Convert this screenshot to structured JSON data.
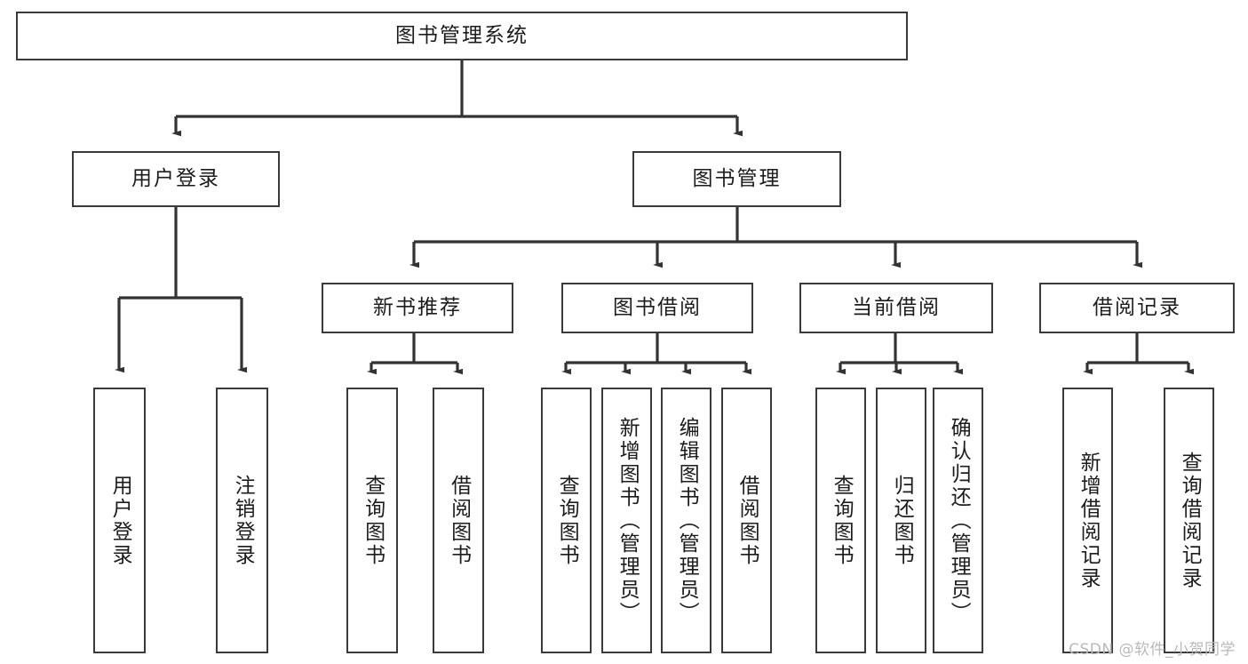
{
  "diagram": {
    "title": "图书管理系统",
    "watermark": "CSDN @软件_小贺同学",
    "colors": {
      "border": "#3a3a3a",
      "connector": "#333333",
      "background": "#ffffff",
      "text": "#1c1c1c",
      "watermark": "#b9b9b9"
    },
    "levels": {
      "root": {
        "label": "图书管理系统"
      },
      "level2": [
        {
          "label": "用户登录"
        },
        {
          "label": "图书管理"
        }
      ],
      "level3": [
        {
          "label": "新书推荐"
        },
        {
          "label": "图书借阅"
        },
        {
          "label": "当前借阅"
        },
        {
          "label": "借阅记录"
        }
      ],
      "leaves": {
        "user_login": [
          {
            "label": "用户登录"
          },
          {
            "label": "注销登录"
          }
        ],
        "new_book_recommend": [
          {
            "label": "查询图书"
          },
          {
            "label": "借阅图书"
          }
        ],
        "book_borrow": [
          {
            "label": "查询图书"
          },
          {
            "label": "新增图书（管理员）"
          },
          {
            "label": "编辑图书（管理员）"
          },
          {
            "label": "借阅图书"
          }
        ],
        "current_borrow": [
          {
            "label": "查询图书"
          },
          {
            "label": "归还图书"
          },
          {
            "label": "确认归还（管理员）"
          }
        ],
        "borrow_record": [
          {
            "label": "新增借阅记录"
          },
          {
            "label": "查询借阅记录"
          }
        ]
      }
    }
  }
}
